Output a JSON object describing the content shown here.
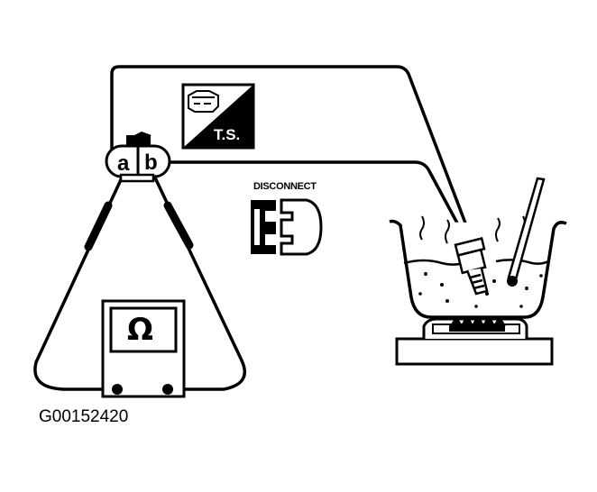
{
  "sensor_label": "T.S.",
  "disconnect_label": "DISCONNECT",
  "terminal_a": "a",
  "terminal_b": "b",
  "meter_symbol": "Ω",
  "figure_id": "G00152420",
  "icons": [
    "thermometer-icon",
    "burner-icon",
    "connector-icon",
    "engine-icon"
  ]
}
